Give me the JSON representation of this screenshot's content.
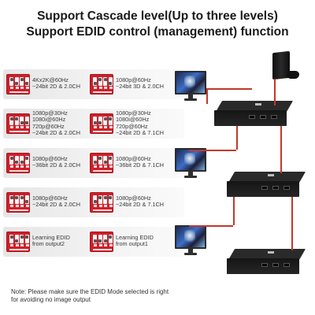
{
  "header": {
    "line1": "Support Cascade level(Up to three levels)",
    "line2": "Support EDID control (management) function"
  },
  "edid_modes": [
    {
      "left": "4Kx2K@60Hz\n~24bit 2D & 2.0CH",
      "right": "1080p@60Hz\n~24bit 3D & 2.0CH"
    },
    {
      "left": "1080p@30Hz\n1080i@60Hz\n720p@60Hz\n~24bit 2D & 2.0CH",
      "right": "1080p@30Hz\n1080i@60Hz\n720p@60Hz\n~24bit 2D & 7.1CH"
    },
    {
      "left": "1080p@60Hz\n~36bit 2D & 2.0CH",
      "right": "1080p@60Hz\n~36bit 2D & 7.1CH"
    },
    {
      "left": "1080p@60Hz\n~24bit 2D & 2.0CH",
      "right": "1080p@60Hz\n~24bit 2D & 7.1CH"
    },
    {
      "left": "Learning EDID\nfrom output2",
      "right": "Learning EDID\nfrom output1"
    }
  ],
  "note": "Note: Please make sure the EDID Mode selected is right\nfor avoiding no image output",
  "colors": {
    "dip_switch": "#cf1f2a",
    "cable": "#c0392b",
    "heading": "#1a1a1a"
  },
  "icons": {
    "source": "game-console-icon",
    "display": "monitor-icon",
    "device": "hdmi-splitter-icon"
  }
}
